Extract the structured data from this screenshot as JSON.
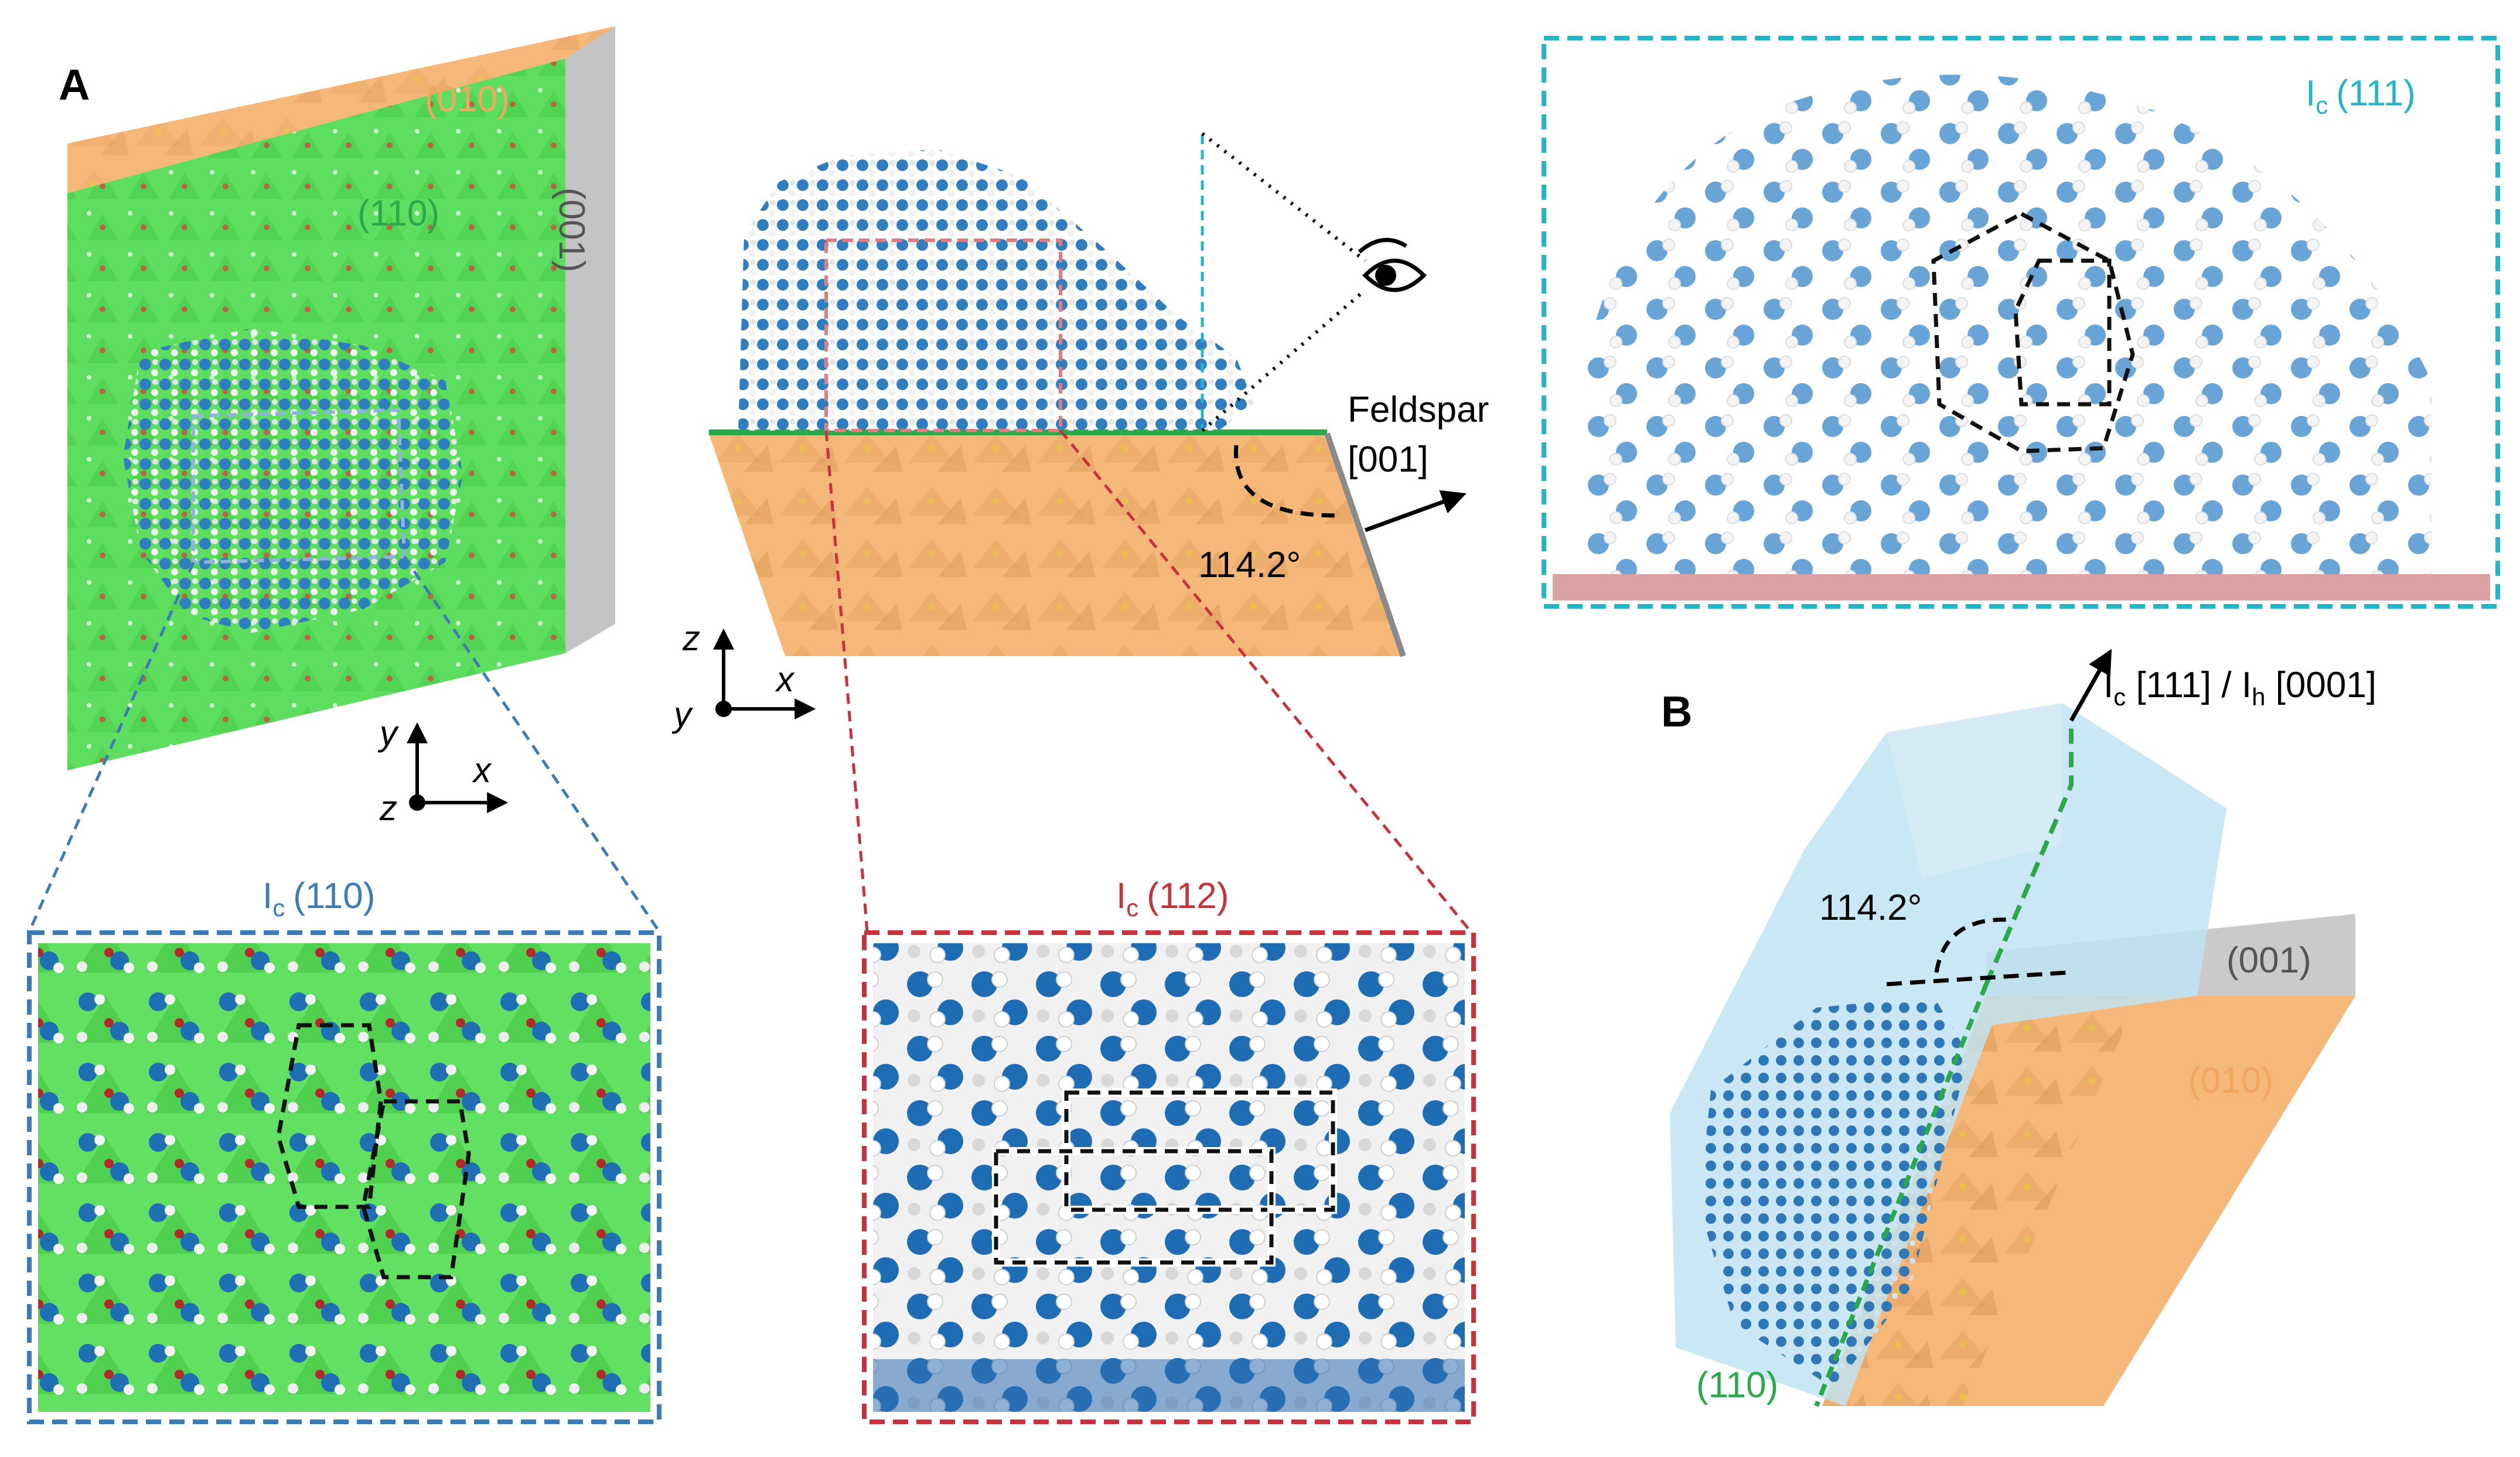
{
  "panel_a": {
    "letter": "A",
    "slab_labels": {
      "face_010": "(010)",
      "face_110": "(110)",
      "face_001": "(001)"
    },
    "axes_left": {
      "y": "y",
      "x": "x",
      "z": "z"
    },
    "axes_mid": {
      "z": "z",
      "x": "x",
      "y": "y"
    },
    "feldspar_label": "Feldspar",
    "feldspar_dir": "[001]",
    "angle": "114.2°",
    "inset_110": {
      "prefix": "I",
      "sub": "c",
      "plane": "(110)"
    },
    "inset_112": {
      "prefix": "I",
      "sub": "c",
      "plane": "(112)"
    },
    "inset_111": {
      "prefix": "I",
      "sub": "c",
      "plane": "(111)"
    }
  },
  "panel_b": {
    "letter": "B",
    "direction_label": {
      "p1": "I",
      "s1": "c",
      "m1": " [111] / I",
      "s2": "h",
      "m2": " [0001]"
    },
    "angle": "114.2°",
    "face_001": "(001)",
    "face_010": "(010)",
    "face_110": "(110)"
  },
  "colors": {
    "orange_face": "#f6b879",
    "green_face": "#5ede5e",
    "grey_face": "#bdbdbd",
    "ice_blue": "#bfe3f2",
    "water_blue": "#2f7fc0",
    "inset_110_border": "#3a7cb8",
    "inset_112_border": "#c8323c",
    "inset_111_border": "#21b7c9",
    "label_110_green": "#2aa84a",
    "label_orange": "#f2a65f"
  }
}
